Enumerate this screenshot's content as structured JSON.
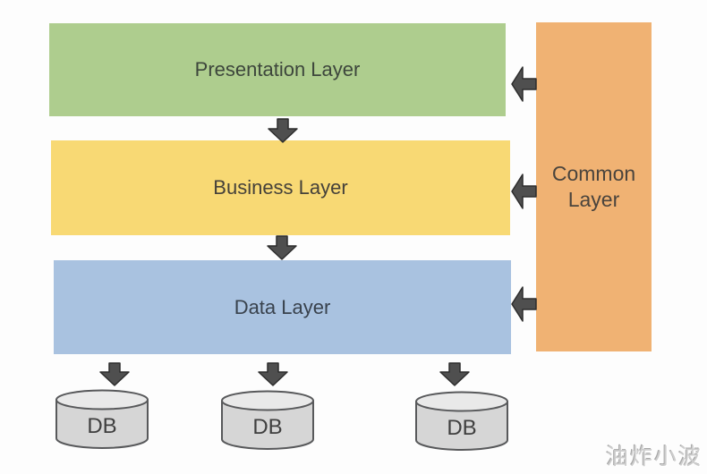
{
  "diagram": {
    "title": "Layered architecture diagram",
    "background_color": "#fdfdfd",
    "layers": [
      {
        "id": "presentation",
        "label": "Presentation Layer",
        "fill_color": "#aecd8e",
        "text_color": "#3d463c"
      },
      {
        "id": "business",
        "label": "Business Layer",
        "fill_color": "#f8d974",
        "text_color": "#45413a"
      },
      {
        "id": "data",
        "label": "Data Layer",
        "fill_color": "#a9c2e0",
        "text_color": "#39424d"
      }
    ],
    "common_layer": {
      "label": "Common Layer",
      "fill_color": "#f0b273",
      "text_color": "#4a443d"
    },
    "databases": [
      {
        "label": "DB"
      },
      {
        "label": "DB"
      },
      {
        "label": "DB"
      }
    ],
    "database_style": {
      "body_color": "#d6d6d6",
      "top_color": "#e9e9e9",
      "border_color": "#58595b",
      "text_color": "#3f3f3f"
    },
    "arrow_style": {
      "fill_color": "#4f4f4f",
      "stroke_color": "#2d2d2d"
    },
    "watermark": {
      "text": "油炸小波",
      "color": "#cdcdcd"
    }
  }
}
